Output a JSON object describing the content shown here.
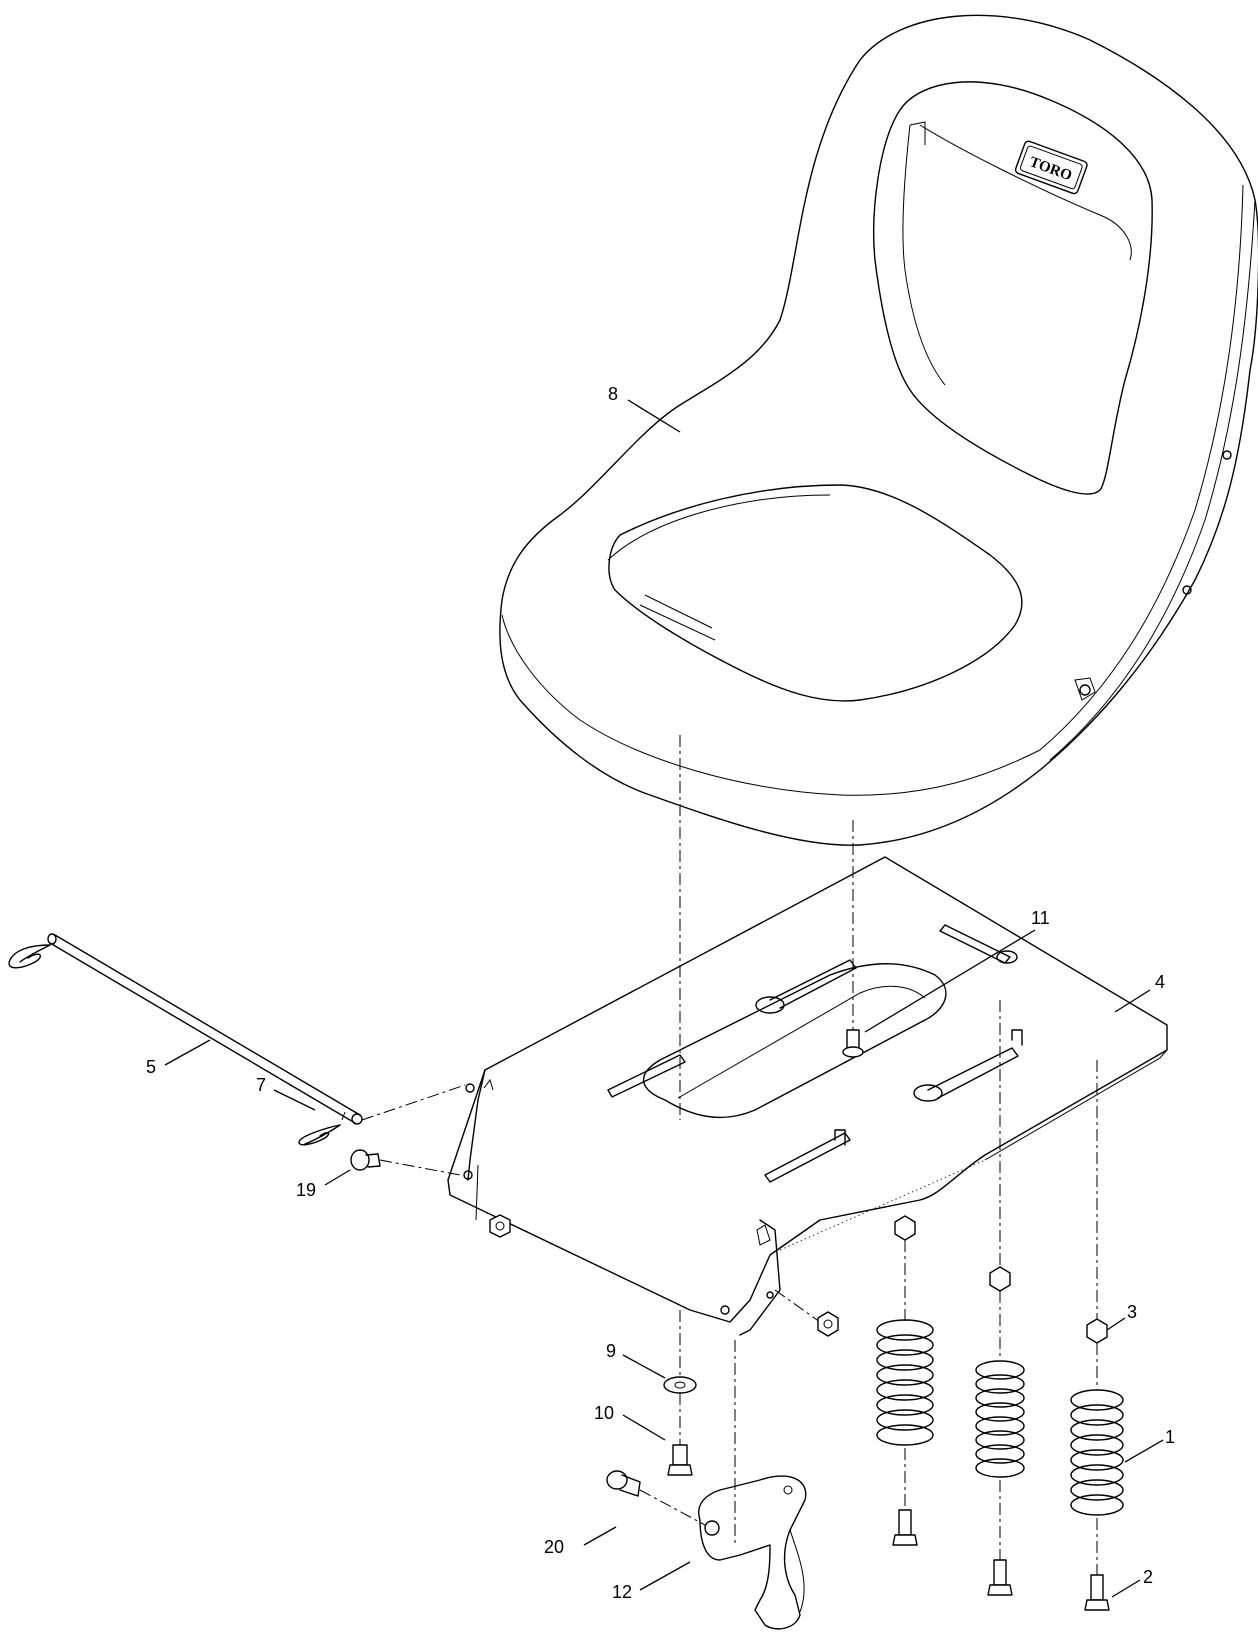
{
  "logo": {
    "text": "TORO"
  },
  "callouts": [
    {
      "id": "8",
      "label": "8"
    },
    {
      "id": "11",
      "label": "11"
    },
    {
      "id": "4",
      "label": "4"
    },
    {
      "id": "5",
      "label": "5"
    },
    {
      "id": "7",
      "label": "7"
    },
    {
      "id": "19",
      "label": "19"
    },
    {
      "id": "3",
      "label": "3"
    },
    {
      "id": "9",
      "label": "9"
    },
    {
      "id": "10",
      "label": "10"
    },
    {
      "id": "1",
      "label": "1"
    },
    {
      "id": "20",
      "label": "20"
    },
    {
      "id": "12",
      "label": "12"
    },
    {
      "id": "2",
      "label": "2"
    }
  ]
}
